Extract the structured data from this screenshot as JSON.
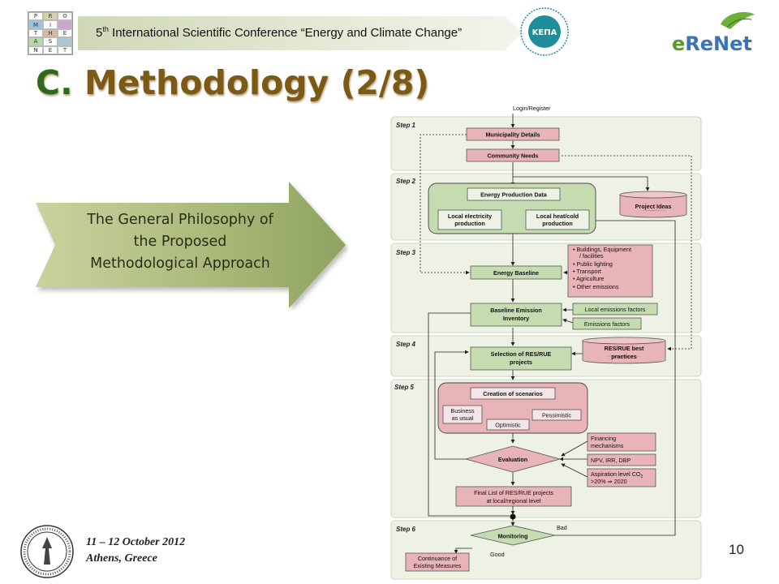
{
  "header": {
    "logo_cells": [
      "P",
      "R",
      "O",
      "M",
      "I",
      "",
      "T",
      "H",
      "E",
      "A",
      "S",
      "",
      "N",
      "E",
      "T"
    ],
    "banner_prefix": "5",
    "banner_sup": "th",
    "banner_rest": " International Scientific Conference “Energy and Climate Change”",
    "kepa_label": "ΚΕΠΑ",
    "erenet_label_e": "e",
    "erenet_label_rest": "ReNet"
  },
  "title": {
    "letter": "C.",
    "text": " Methodology (2/8)"
  },
  "arrow": {
    "line1": "The General Philosophy of",
    "line2": "the Proposed",
    "line3": "Methodological Approach"
  },
  "footer": {
    "date": "11 – 12 October 2012",
    "place": "Athens, Greece",
    "page": "10"
  },
  "flow": {
    "top_label": "Login/Register",
    "steps": [
      "Step 1",
      "Step 2",
      "Step 3",
      "Step 4",
      "Step 5",
      "Step 6"
    ],
    "municipality": "Municipality Details",
    "community": "Community Needs",
    "energy_prod": "Energy Production Data",
    "local_elec_1": "Local electricity",
    "local_elec_2": "production",
    "local_heat_1": "Local heat/cold",
    "local_heat_2": "production",
    "project_ideas": "Project Ideas",
    "bullets": [
      "Buildings,   Equipment",
      "/ facilities",
      "Public lighting",
      "Transport",
      "Agriculture",
      "Other emissions"
    ],
    "energy_baseline": "Energy Baseline",
    "bei_1": "Baseline Emission",
    "bei_2": "Inventory",
    "local_em": "Local emissions factors",
    "em_factors": "Emissions factors",
    "best_1": "RES/RUE best",
    "best_2": "practices",
    "selection_1": "Selection of RES/RUE",
    "selection_2": "projects",
    "scenarios": "Creation of scenarios",
    "bau_1": "Business",
    "bau_2": "as usual",
    "optimistic": "Optimistic",
    "pessimistic": "Pessimistic",
    "financing_1": "Financing",
    "financing_2": "mechanisms",
    "npv": "NPV, IRR, DBP",
    "aspiration_1": "Aspiration level CO",
    "aspiration_sub": "2",
    "aspiration_2": ">20% ⇒ 2020",
    "evaluation": "Evaluation",
    "final_1": "Final List of RES/RUE projects",
    "final_2": "at local/regional level",
    "monitoring": "Monitoring",
    "bad": "Bad",
    "good": "Good",
    "cont_1": "Continuance of",
    "cont_2": "Existing Measures"
  }
}
